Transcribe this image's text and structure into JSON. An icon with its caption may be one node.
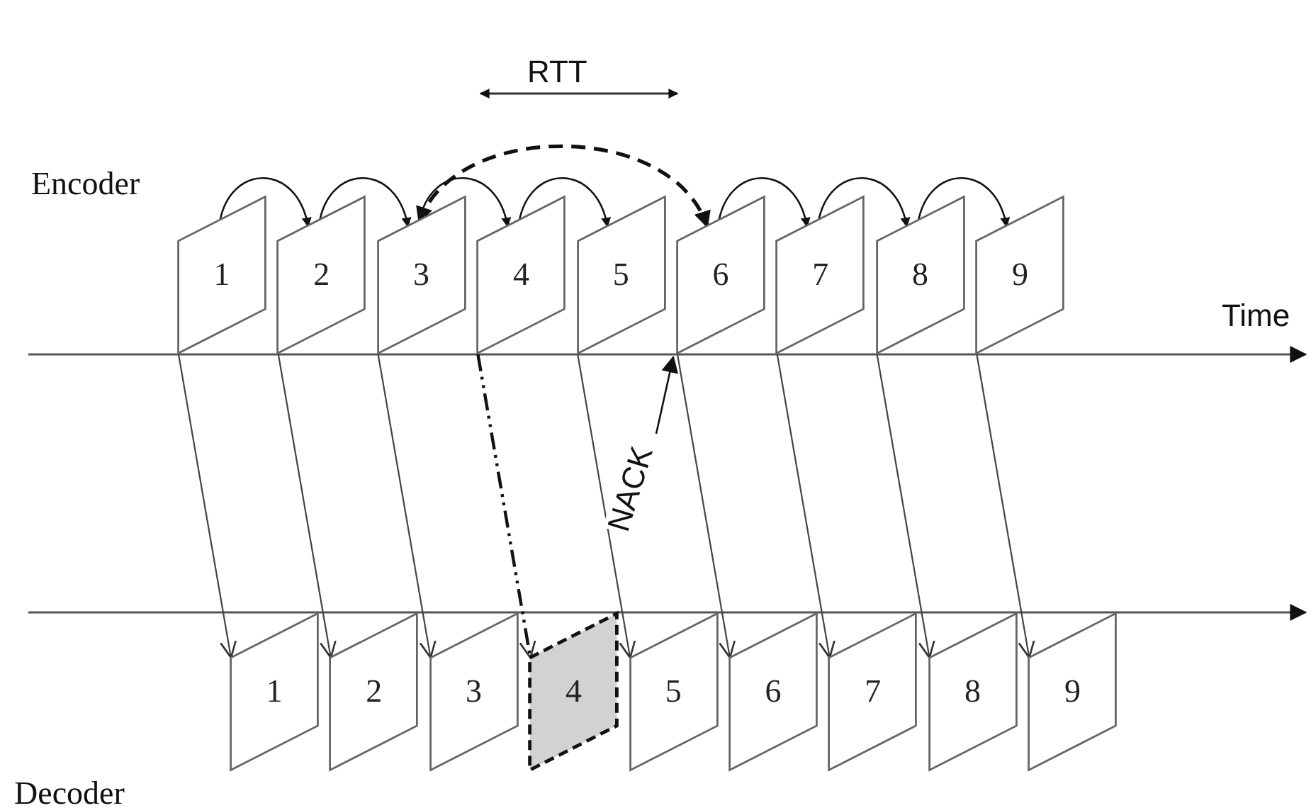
{
  "diagram": {
    "nodes": [
      {
        "text": [
          "1"
        ]
      },
      {
        "text": [
          "2"
        ]
      },
      {
        "text": [
          "3"
        ]
      },
      {
        "text": [
          "4"
        ]
      },
      {
        "text": [
          "5"
        ]
      },
      {
        "text": [
          "6"
        ]
      },
      {
        "text": [
          "7"
        ]
      },
      {
        "text": [
          "8"
        ]
      },
      {
        "text": [
          "9"
        ]
      },
      {
        "text": [
          "1"
        ]
      },
      {
        "text": [
          "2"
        ]
      },
      {
        "text": [
          "3"
        ]
      },
      {
        "text": [
          "4"
        ]
      },
      {
        "text": [
          "5"
        ]
      },
      {
        "text": [
          "6"
        ]
      },
      {
        "text": [
          "7"
        ]
      },
      {
        "text": [
          "8"
        ]
      },
      {
        "text": [
          "9"
        ]
      }
    ],
    "edges": [
      {
        "from": 0,
        "to": 1,
        "arrow": "to"
      },
      {
        "from": 1,
        "to": 2,
        "arrow": "to"
      },
      {
        "from": 2,
        "to": 3,
        "arrow": "to"
      },
      {
        "from": 3,
        "to": 4,
        "arrow": "to"
      },
      {
        "from": 2,
        "to": 5,
        "arrow": "both",
        "style": "dashed"
      },
      {
        "from": 5,
        "to": 6,
        "arrow": "to"
      },
      {
        "from": 6,
        "to": 7,
        "arrow": "to"
      },
      {
        "from": 7,
        "to": 8,
        "arrow": "to"
      },
      {
        "from": 0,
        "to": 9,
        "arrow": "to"
      },
      {
        "from": 1,
        "to": 10,
        "arrow": "to"
      },
      {
        "from": 2,
        "to": 11,
        "arrow": "to"
      },
      {
        "from": 3,
        "to": 12,
        "arrow": "to",
        "style": "dashed"
      },
      {
        "from": 4,
        "to": 13,
        "arrow": "to"
      },
      {
        "from": 5,
        "to": 14,
        "arrow": "to"
      },
      {
        "from": 6,
        "to": 15,
        "arrow": "to"
      },
      {
        "from": 7,
        "to": 16,
        "arrow": "to"
      },
      {
        "from": 8,
        "to": 17,
        "arrow": "to"
      },
      {
        "from": null,
        "to": 5,
        "arrow": "to",
        "label": "NACK"
      }
    ],
    "labels": [
      "RTT",
      "Encoder",
      "Time",
      "Decoder"
    ]
  }
}
